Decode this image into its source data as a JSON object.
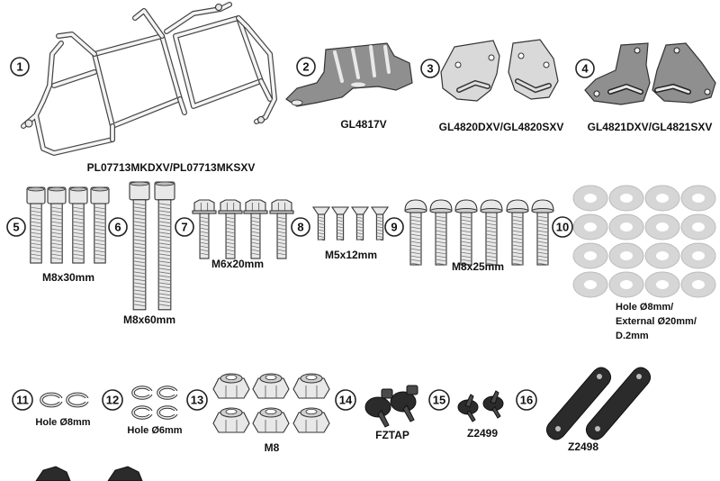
{
  "items": [
    {
      "number": "1",
      "code": "PL07713MKDXV/PL07713MKSXV"
    },
    {
      "number": "2",
      "code": "GL4817V"
    },
    {
      "number": "3",
      "code": "GL4820DXV/GL4820SXV"
    },
    {
      "number": "4",
      "code": "GL4821DXV/GL4821SXV"
    },
    {
      "number": "5",
      "label": "M8x30mm"
    },
    {
      "number": "6",
      "label": "M8x60mm"
    },
    {
      "number": "7",
      "label": "M6x20mm"
    },
    {
      "number": "8",
      "label": "M5x12mm"
    },
    {
      "number": "9",
      "label": "M8x25mm"
    },
    {
      "number": "10",
      "label_lines": [
        "Hole Ø8mm/",
        "External Ø20mm/",
        "D.2mm"
      ]
    },
    {
      "number": "11",
      "label": "Hole Ø8mm"
    },
    {
      "number": "12",
      "label": "Hole Ø6mm"
    },
    {
      "number": "13",
      "label": "M8"
    },
    {
      "number": "14",
      "label": "FZTAP"
    },
    {
      "number": "15",
      "label": "Z2499"
    },
    {
      "number": "16",
      "label": "Z2498"
    }
  ]
}
